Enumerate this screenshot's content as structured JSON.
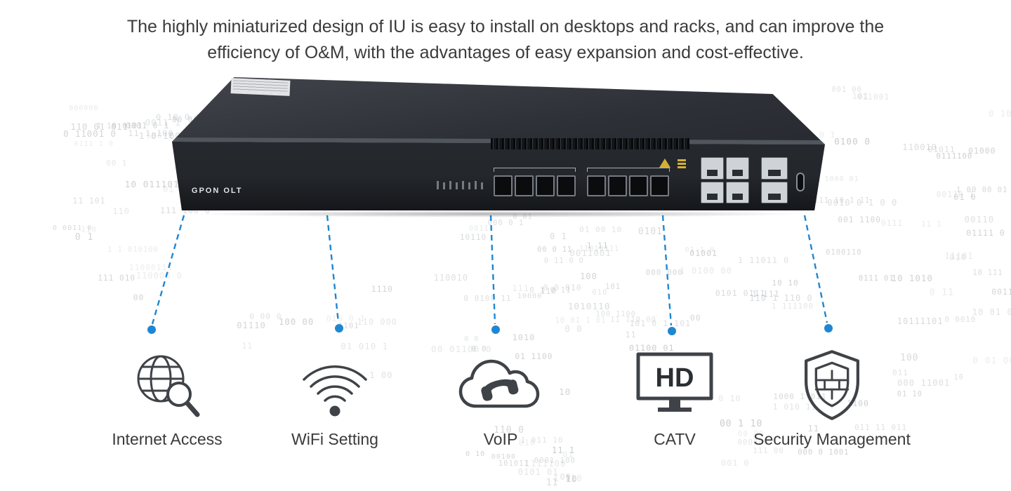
{
  "header": {
    "line1": "The highly miniaturized design of IU is easy to install on desktops and racks, and can improve the",
    "line2": "efficiency of O&M, with the advantages of easy expansion and cost-effective."
  },
  "device": {
    "label": "GPON OLT"
  },
  "features": [
    {
      "label": "Internet Access",
      "icon": "globe-search-icon"
    },
    {
      "label": "WiFi Setting",
      "icon": "wifi-icon"
    },
    {
      "label": "VoIP",
      "icon": "cloud-phone-icon"
    },
    {
      "label": "CATV",
      "icon": "tv-hd-icon",
      "badge": "HD"
    },
    {
      "label": "Security Management",
      "icon": "shield-wall-icon"
    }
  ],
  "colors": {
    "accent_blue": "#1f87d1",
    "icon_gray": "#3f4348",
    "text_dark": "#3b3b3b",
    "device_body": "#24272c",
    "logo_gold": "#d4af37",
    "binary_gray": "#878d93"
  }
}
